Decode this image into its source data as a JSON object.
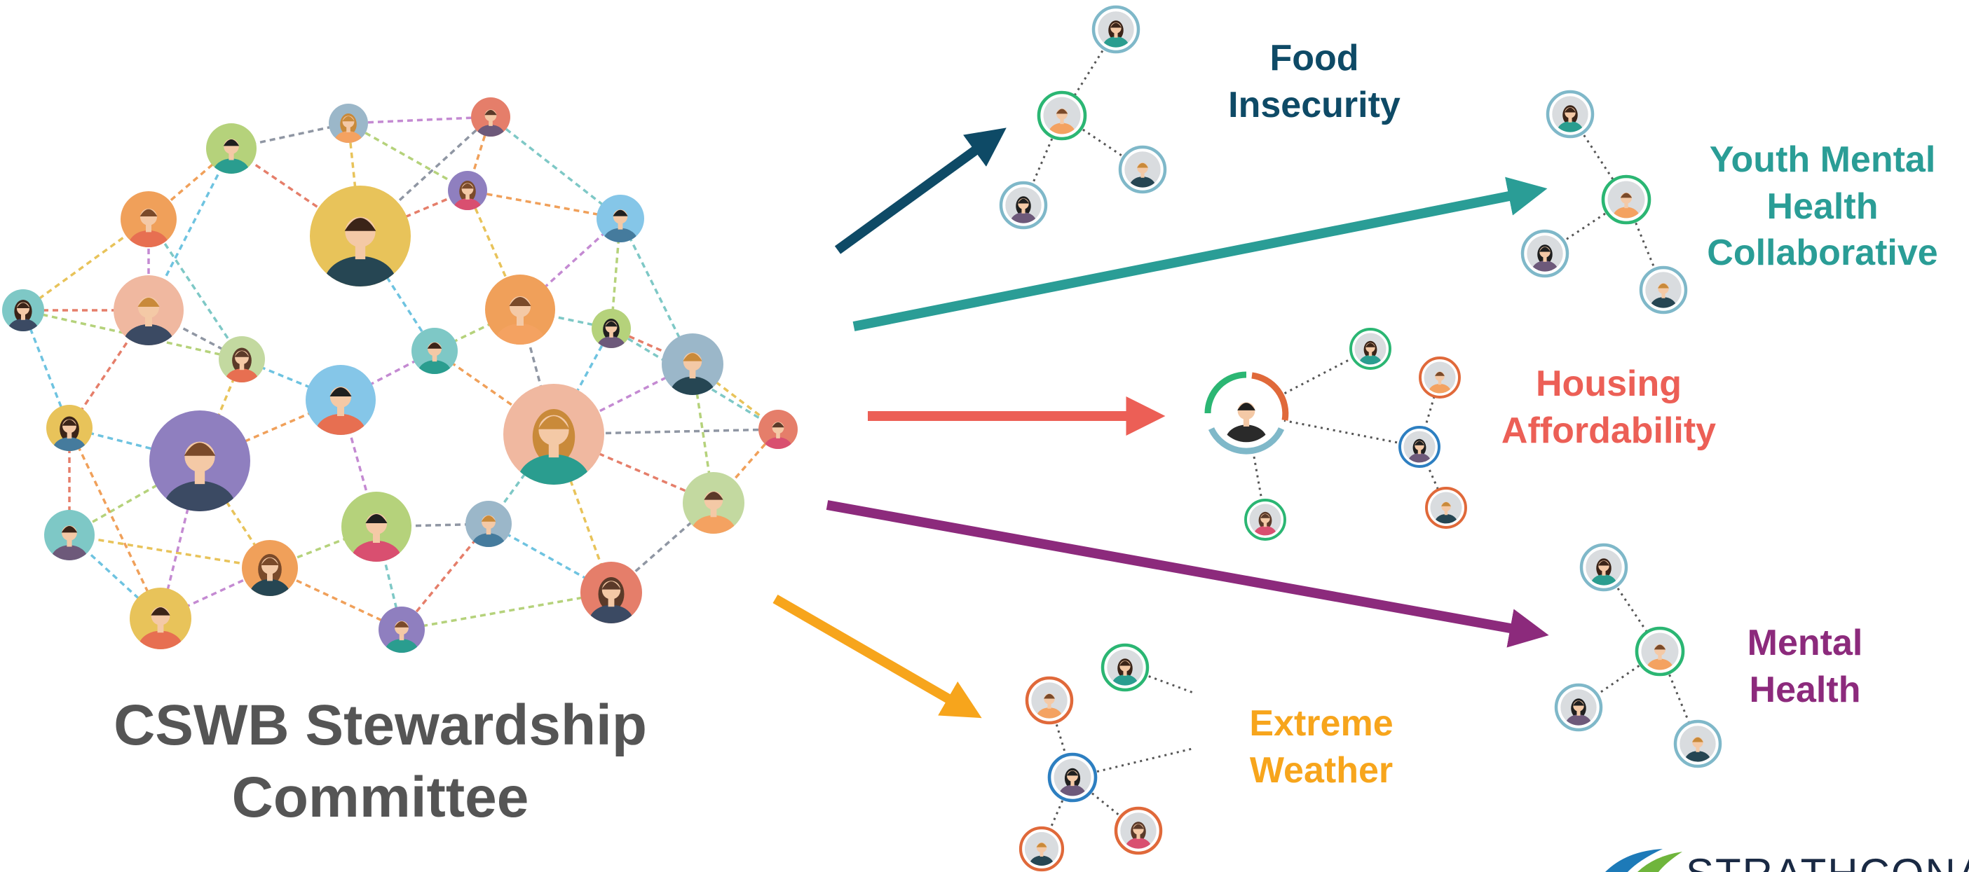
{
  "colors": {
    "food": "#0e4a66",
    "youth": "#2a9d96",
    "housing": "#ec5f56",
    "mental": "#8c2a7c",
    "weather": "#f7a51c",
    "title": "#555555",
    "logo_text": "#1a2a44",
    "logo_blue": "#1d7ab8",
    "logo_green": "#6fb53c"
  },
  "committee": {
    "line1": "CSWB Stewardship",
    "line2": "Committee"
  },
  "groups": {
    "food": {
      "line1": "Food",
      "line2": "Insecurity"
    },
    "youth": {
      "line1": "Youth Mental",
      "line2": "Health",
      "line3": "Collaborative"
    },
    "housing": {
      "line1": "Housing",
      "line2": "Affordability"
    },
    "mental": {
      "line1": "Mental",
      "line2": "Health"
    },
    "weather": {
      "line1": "Extreme",
      "line2": "Weather"
    }
  },
  "logo": {
    "text": "STRATHCONA"
  }
}
